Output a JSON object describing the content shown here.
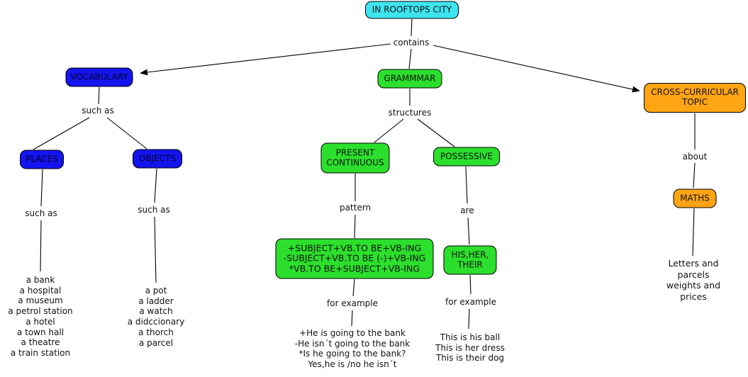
{
  "diagram": {
    "title_node": "IN ROOFTOPS CITY",
    "nodes": {
      "vocabulary": "VOCABULARY",
      "grammar": "GRAMMMAR",
      "cross_curricular": "CROSS-CURRICULAR TOPIC",
      "places": "PLACES",
      "objects": "OBJECTS",
      "present_continuous": "PRESENT CONTINUOUS",
      "possessive": "POSSESSIVE",
      "pattern_box": [
        "+SUBJECT+VB.TO BE+VB-ING",
        "-SUBJECT+VB.TO BE (-)+VB-ING",
        "*VB.TO BE+SUBJECT+VB-ING"
      ],
      "his_her_their": [
        "HIS,HER,",
        "THEIR"
      ],
      "maths": "MATHS"
    },
    "link_labels": {
      "contains": "contains",
      "such_as_vocabulary": "such as",
      "such_as_places": "such as",
      "such_as_objects": "such as",
      "structures": "structures",
      "pattern": "pattern",
      "are": "are",
      "for_example_present": "for example",
      "for_example_possessive": "for example",
      "about": "about"
    },
    "text_blocks": {
      "places_list": [
        "a bank",
        "a hospital",
        "a museum",
        "a petrol  station",
        "a hotel",
        "a town hall",
        "a theatre",
        "a train station"
      ],
      "objects_list": [
        "a pot",
        "a ladder",
        "a watch",
        "a didccionary",
        "a thorch",
        "a parcel"
      ],
      "present_examples": [
        "+He is going to the bank",
        "-He isn´t going to the bank",
        "*Is he going to the bank?",
        "Yes,he is /no he isn´t"
      ],
      "possessive_examples": [
        "This is his ball",
        "This is her dress",
        "This is their dog"
      ],
      "maths_text": [
        "Letters and parcels",
        "weights and prices"
      ]
    },
    "colors": {
      "root_node": "#3ee5ef",
      "vocabulary_nodes": "#1414ee",
      "grammar_nodes": "#2cdf2c",
      "topic_nodes": "#ffa413",
      "line": "#000000",
      "text": "#111111",
      "background": "#ffffff"
    }
  }
}
